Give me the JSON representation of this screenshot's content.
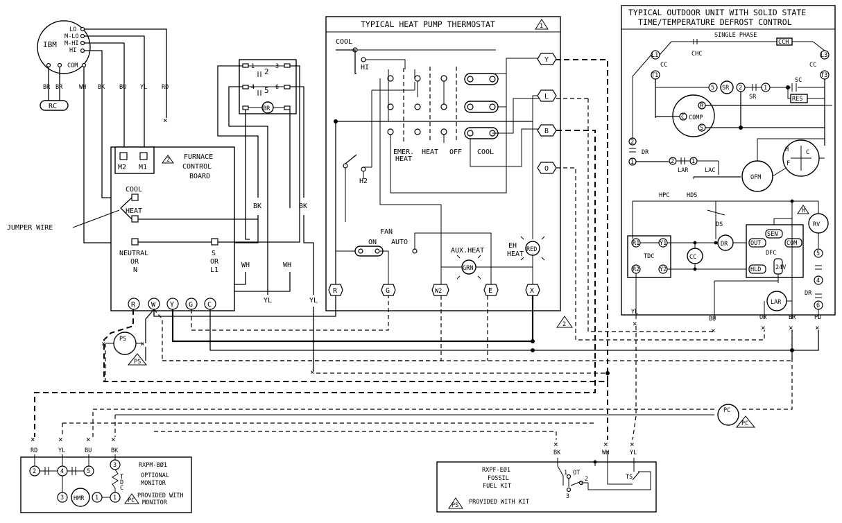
{
  "ibm": {
    "title": "IBM",
    "lo": "LO",
    "mlo": "M-LO",
    "mhi": "M-HI",
    "hi": "HI",
    "com": "COM",
    "rc": "RC"
  },
  "wire_colors": {
    "br": "BR",
    "wh": "WH",
    "bk": "BK",
    "bu": "BU",
    "yl": "YL",
    "rd": "RD",
    "pu": "PU",
    "or": "OR"
  },
  "relay": {
    "t1": "1",
    "t3": "3",
    "t2": "2",
    "t4": "4",
    "t6": "6",
    "t5": "5",
    "br": "BR"
  },
  "furnace": {
    "title_1": "FURNACE",
    "title_2": "CONTROL",
    "title_3": "BOARD",
    "note": "2",
    "m2": "M2",
    "m1": "M1",
    "cool": "COOL",
    "heat": "HEAT",
    "neutral_1": "NEUTRAL",
    "neutral_2": "OR",
    "neutral_3": "N",
    "s_1": "S",
    "s_2": "OR",
    "s_3": "L1",
    "jumper": "JUMPER WIRE",
    "terms": [
      "R",
      "W",
      "Y",
      "G",
      "C"
    ]
  },
  "thermostat": {
    "title": "TYPICAL HEAT PUMP THERMOSTAT",
    "note": "1",
    "cool": "COOL",
    "hi": "HI",
    "h2": "H2",
    "emer_1": "EMER.",
    "emer_2": "HEAT",
    "heat": "HEAT",
    "off": "OFF",
    "cool_sw": "COOL",
    "fan": "FAN",
    "on": "ON",
    "auto": "AUTO",
    "aux": "AUX.HEAT",
    "grn": "GRN",
    "eh_1": "EH",
    "eh_2": "HEAT",
    "red": "RED",
    "right_terms": [
      "Y",
      "L",
      "B",
      "O"
    ],
    "bottom_terms": [
      "R",
      "G",
      "W2",
      "E",
      "X"
    ]
  },
  "outdoor": {
    "title_1": "TYPICAL OUTDOOR UNIT WITH SOLID STATE",
    "title_2": "TIME/TEMPERATURE DEFROST CONTROL",
    "phase": "SINGLE PHASE",
    "l1": "L1",
    "t1": "T1",
    "l3": "L3",
    "t3": "T3",
    "cc": "CC",
    "chc": "CHC",
    "cch": "CCH",
    "sc": "SC",
    "res": "RES",
    "sr": "SR",
    "n5": "5",
    "n2": "2",
    "n1": "1",
    "comp": "COMP",
    "c": "C",
    "r": "R",
    "s": "S",
    "dr": "DR",
    "lar": "LAR",
    "lac": "LAC",
    "ofm": "OFM",
    "h": "H",
    "f": "F",
    "hpc": "HPC",
    "hds": "HDS",
    "ds": "DS",
    "rv": "RV",
    "sen": "SEN",
    "com": "COM",
    "out": "OUT",
    "dfc": "DFC",
    "hld": "HLD",
    "tdc": "TDC",
    "r1": "R1",
    "y1": "Y1",
    "r2": "R2",
    "y2": "Y2",
    "v24": "24V",
    "n6": "6",
    "n4": "4",
    "note_h": "H"
  },
  "note2": "2",
  "ps": {
    "label": "PS"
  },
  "pc": {
    "label": "PC"
  },
  "monitor": {
    "model": "RXPM-BØ1",
    "line1": "OPTIONAL",
    "line2": "MONITOR",
    "hmr": "HMR",
    "tdc_1": "T",
    "tdc_2": "D",
    "tdc_3": "C",
    "provided_1": "PROVIDED WITH",
    "provided_2": "MONITOR",
    "n2": "2",
    "n4": "4",
    "n5": "5",
    "n3": "3",
    "n3b": "3",
    "n1": "1",
    "n1b": "1"
  },
  "kit": {
    "model": "RXPF-EØ1",
    "line1": "FOSSIL",
    "line2": "FUEL KIT",
    "provided": "PROVIDED WITH KIT",
    "ot": "OT",
    "ts": "TS",
    "n1": "1",
    "n2": "2",
    "n3": "3"
  }
}
